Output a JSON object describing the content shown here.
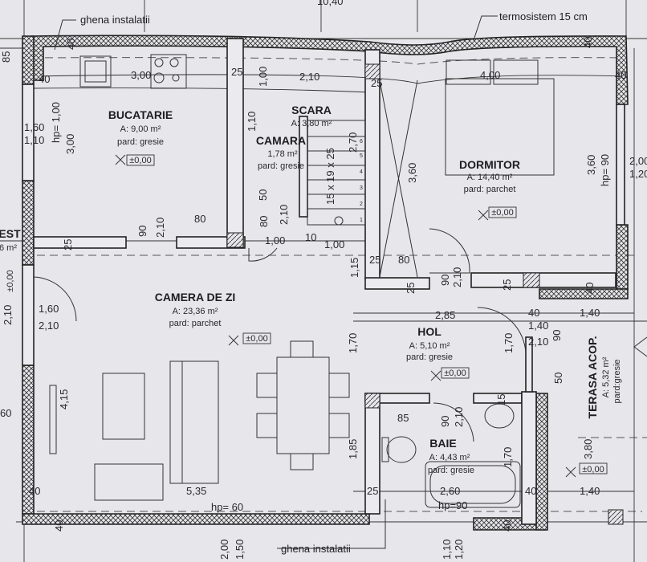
{
  "annotations": {
    "ghena_top": "ghena instalatii",
    "termosistem": "termosistem 15 cm",
    "ghena_bottom": "ghena instalatii"
  },
  "rooms": {
    "bucatarie": {
      "name": "BUCATARIE",
      "area": "A: 9,00 m²",
      "floor": "pard: gresie",
      "level": "±0,00"
    },
    "scara": {
      "name": "SCARA",
      "area": "A: 3,80 m²"
    },
    "camara": {
      "name": "CAMARA",
      "area": "1,78 m²",
      "floor": "pard: gresie"
    },
    "dormitor": {
      "name": "DORMITOR",
      "area": "A: 14,40 m²",
      "floor": "pard: parchet",
      "level": "±0,00"
    },
    "camera_de_zi": {
      "name": "CAMERA DE ZI",
      "area": "A: 23,36 m²",
      "floor": "pard: parchet",
      "level": "±0,00"
    },
    "hol": {
      "name": "HOL",
      "area": "A: 5,10 m²",
      "floor": "pard: gresie",
      "level": "±0,00"
    },
    "baie": {
      "name": "BAIE",
      "area": "A: 4,43 m²",
      "floor": "pard: gresie"
    },
    "terasa": {
      "name": "TERASA ACOP.",
      "area": "A: 5,32 m²",
      "floor": "pard:gresie",
      "level": "±0,00"
    },
    "est": {
      "name": "EST",
      "area": "6 m²"
    },
    "left_level": "±0,00"
  },
  "dimensions": [
    "10,40",
    "85",
    "1,60",
    "1,10",
    "40",
    "40",
    "3,00",
    "25",
    "1,00",
    "2,10",
    "25",
    "4,00",
    "40",
    "40",
    "hp= 1,00",
    "3,00",
    "2,70",
    "15 x 19 x 25",
    "1,10",
    "50",
    "80",
    "2,10",
    "90",
    "2,10",
    "80",
    "10",
    "1,00",
    "1,00",
    "25",
    "1,15",
    "25",
    "80",
    "3,60",
    "3,60",
    "hp= 90",
    "2,00",
    "1,20",
    "90",
    "2,10",
    "25",
    "25",
    "40",
    "40",
    "1,40",
    "2,85",
    "1,40",
    "2,10",
    "90",
    "1,70",
    "1,70",
    "50",
    "1,60",
    "2,10",
    "2,10",
    "4,15",
    "60",
    "85",
    "90",
    "2,10",
    "15",
    "1,85",
    "1,70",
    "3,80",
    "1,40",
    "25",
    "2,60",
    "hp=90",
    "40",
    "40",
    "5,35",
    "hp= 60",
    "40",
    "40",
    "2,00",
    "1,50",
    "1,10",
    "1,20"
  ],
  "stair_steps": [
    "1",
    "2",
    "3",
    "4",
    "5",
    "6"
  ],
  "colors": {
    "paper": "#e7e6ea",
    "ink": "#222222"
  }
}
